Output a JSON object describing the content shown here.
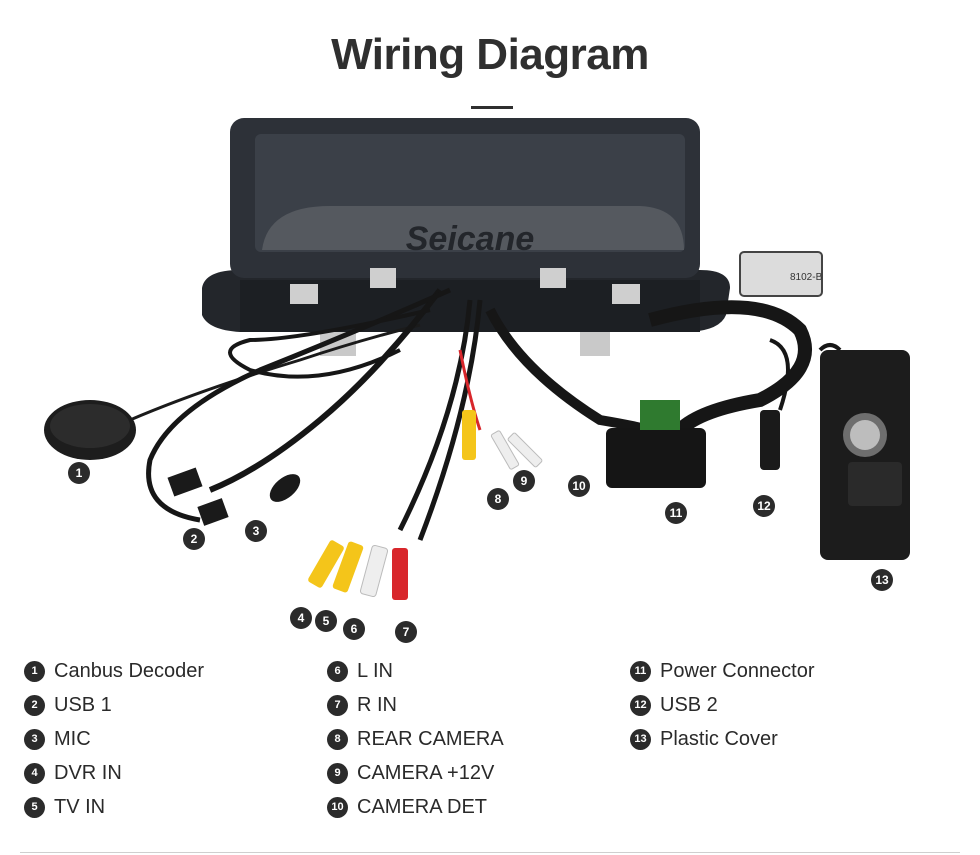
{
  "title": "Wiring Diagram",
  "brand_watermark": "Seicane",
  "head_unit_label": "8102-B",
  "colors": {
    "callout": "#2b2b2b",
    "text": "#2a2a2a",
    "rca_yellow": "#f4c51a",
    "rca_white": "#eeeeee",
    "rca_red": "#d8262b"
  },
  "callouts": [
    "1",
    "2",
    "3",
    "4",
    "5",
    "6",
    "7",
    "8",
    "9",
    "10",
    "11",
    "12",
    "13"
  ],
  "legend": [
    {
      "num": "1",
      "label": "Canbus Decoder"
    },
    {
      "num": "2",
      "label": "USB 1"
    },
    {
      "num": "3",
      "label": "MIC"
    },
    {
      "num": "4",
      "label": "DVR IN"
    },
    {
      "num": "5",
      "label": "TV IN"
    },
    {
      "num": "6",
      "label": "L IN"
    },
    {
      "num": "7",
      "label": "R IN"
    },
    {
      "num": "8",
      "label": "REAR CAMERA"
    },
    {
      "num": "9",
      "label": "CAMERA +12V"
    },
    {
      "num": "10",
      "label": "CAMERA DET"
    },
    {
      "num": "11",
      "label": "Power Connector"
    },
    {
      "num": "12",
      "label": "USB 2"
    },
    {
      "num": "13",
      "label": "Plastic Cover"
    }
  ]
}
